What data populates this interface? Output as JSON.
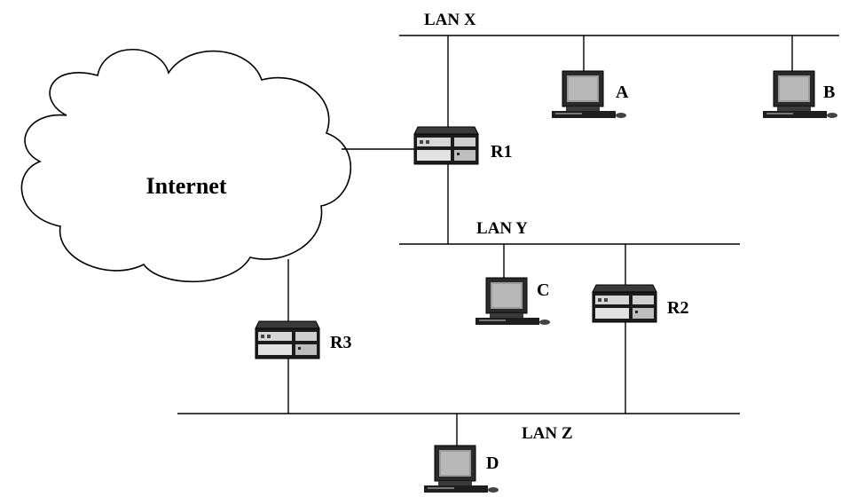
{
  "networks": {
    "internet": "Internet",
    "lan_x": "LAN X",
    "lan_y": "LAN Y",
    "lan_z": "LAN Z"
  },
  "hosts": {
    "a": "A",
    "b": "B",
    "c": "C",
    "d": "D"
  },
  "routers": {
    "r1": "R1",
    "r2": "R2",
    "r3": "R3"
  }
}
